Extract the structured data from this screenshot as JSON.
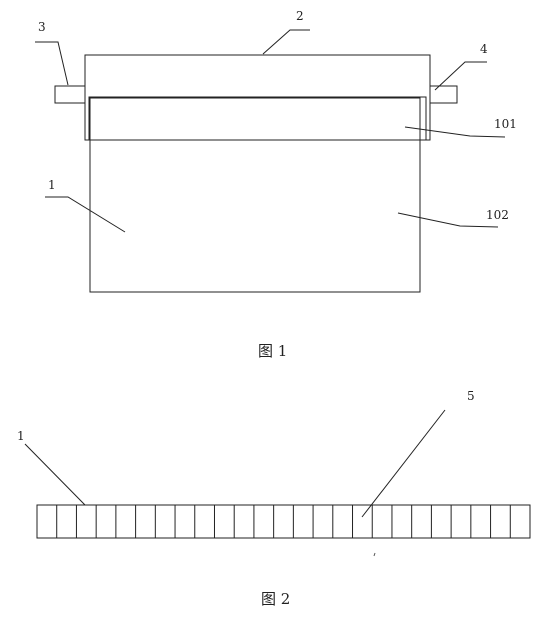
{
  "figure1": {
    "caption": "图 1",
    "labels": {
      "body": "1",
      "lid": "2",
      "left_handle": "3",
      "right_handle": "4",
      "upper_region": "101",
      "lower_region": "102"
    }
  },
  "figure2": {
    "caption": "图 2",
    "cell_count": 25,
    "labels": {
      "strip": "1",
      "cell": "5"
    }
  }
}
